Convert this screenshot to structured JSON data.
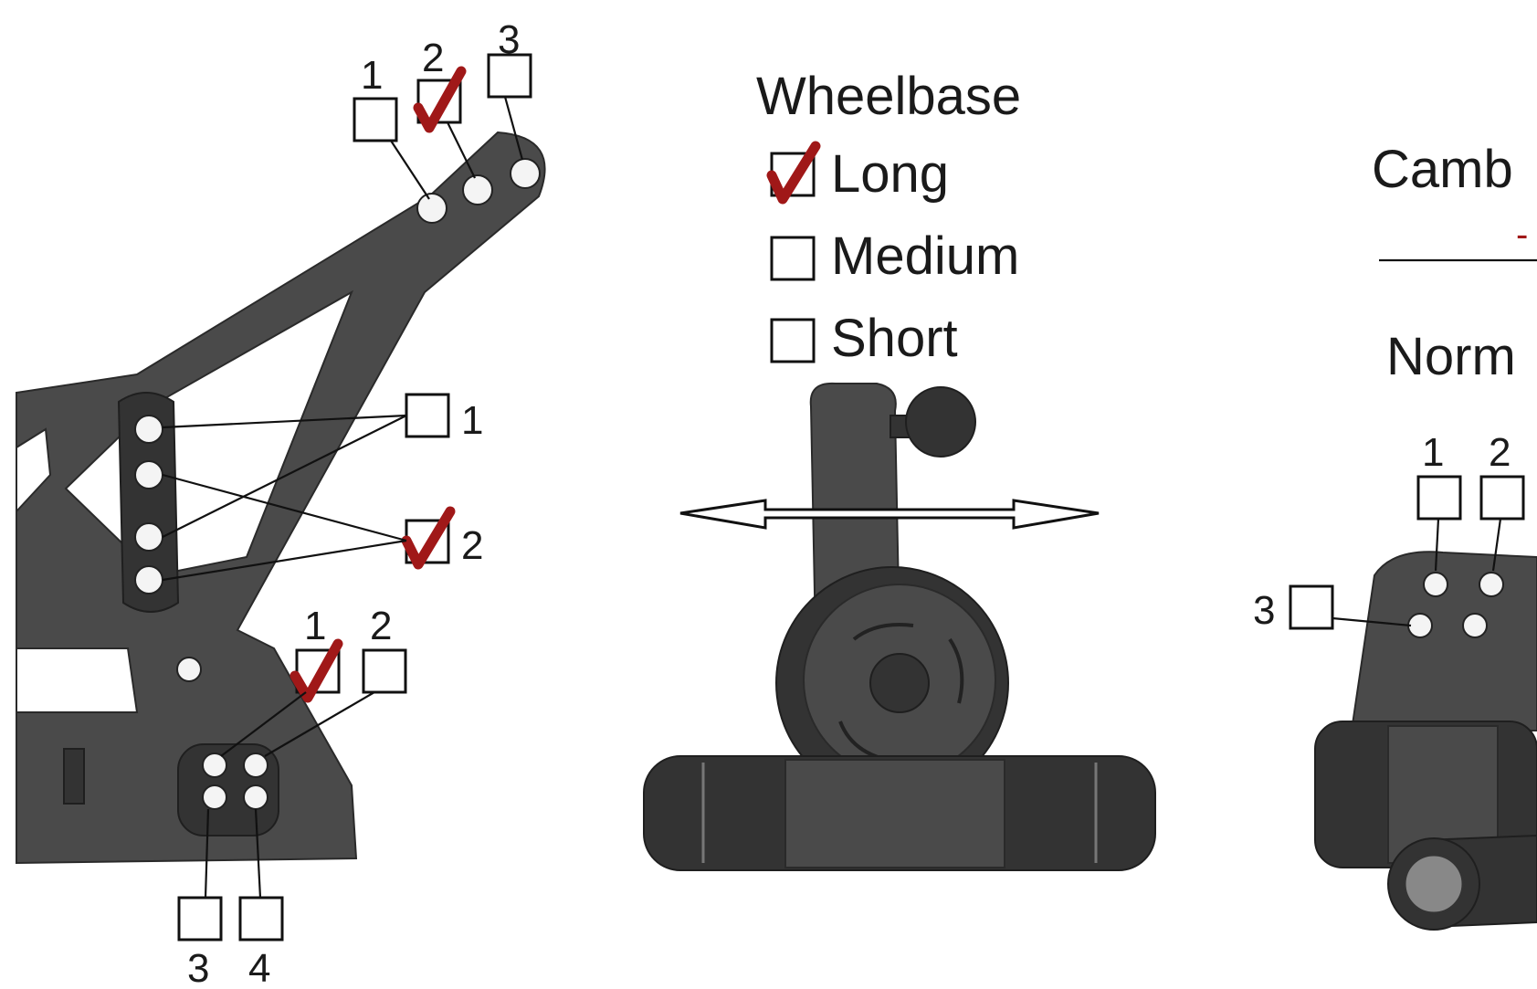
{
  "colors": {
    "part": "#4a4a4a",
    "part_dark": "#333333",
    "check": "#a01818",
    "line": "#111111",
    "background": "#ffffff"
  },
  "left_part": {
    "top_holes": {
      "options": [
        "1",
        "2",
        "3"
      ],
      "checked": "2"
    },
    "mid_holes": {
      "options": [
        "1",
        "2"
      ],
      "checked": "2"
    },
    "bottom_upper": {
      "options": [
        "1",
        "2"
      ],
      "checked": "1"
    },
    "bottom_lower": {
      "options": [
        "3",
        "4"
      ],
      "checked": null
    }
  },
  "wheelbase": {
    "title": "Wheelbase",
    "options": [
      {
        "label": "Long",
        "checked": true
      },
      {
        "label": "Medium",
        "checked": false
      },
      {
        "label": "Short",
        "checked": false
      }
    ]
  },
  "camber": {
    "title": "Camb",
    "value_fragment": "-",
    "mode_label": "Norm",
    "holes": {
      "top": [
        "1",
        "2"
      ],
      "side": "3"
    }
  }
}
